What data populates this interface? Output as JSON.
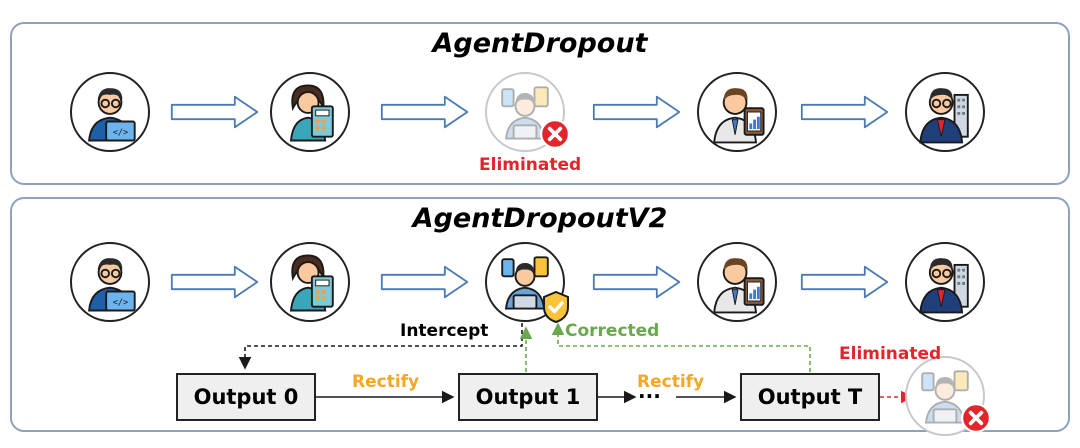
{
  "top": {
    "title": "AgentDropout",
    "eliminated_label": "Eliminated"
  },
  "bottom": {
    "title": "AgentDropoutV2",
    "intercept_label": "Intercept",
    "corrected_label": "Corrected",
    "eliminated_label": "Eliminated",
    "rectify_1": "Rectify",
    "rectify_2": "Rectify",
    "ellipsis": "···",
    "outputs": [
      "Output 0",
      "Output 1",
      "Output T"
    ]
  },
  "agents": [
    "programmer-icon",
    "accountant-icon",
    "generic-agent-icon",
    "analyst-icon",
    "executive-icon"
  ],
  "colors": {
    "border": "#8da3bd",
    "eliminated": "#e3252b",
    "corrected": "#6aa84f",
    "rectify": "#f5a623",
    "arrow_fill": "#ffffff",
    "arrow_stroke": "#4a7ab3"
  }
}
